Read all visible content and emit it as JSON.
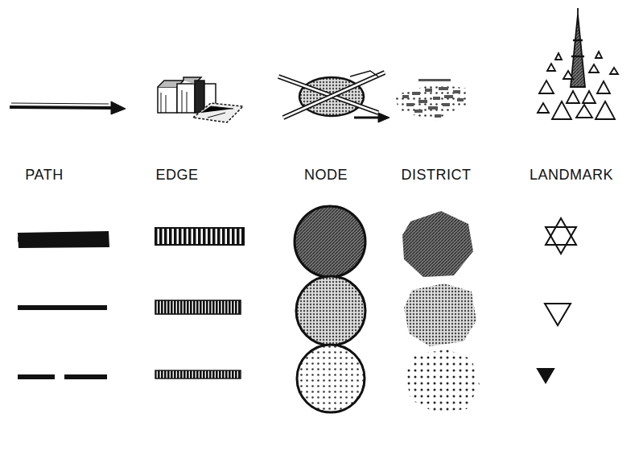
{
  "diagram": {
    "labels": [
      "PATH",
      "EDGE",
      "NODE",
      "DISTRICT",
      "LANDMARK"
    ]
  }
}
